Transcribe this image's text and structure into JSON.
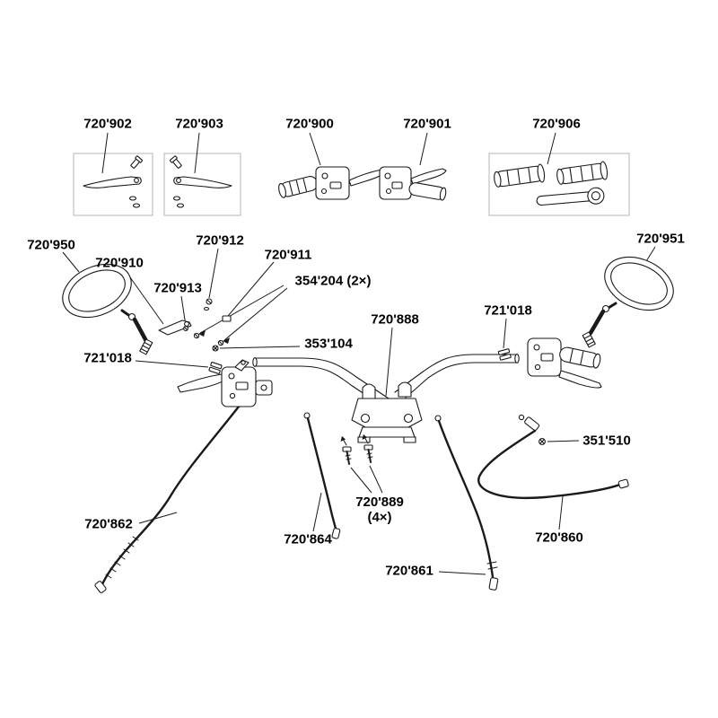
{
  "diagram": {
    "background_color": "#ffffff",
    "line_color": "#1a1a1a",
    "box_border_color": "#b5b5b5"
  },
  "parts": {
    "p720902": {
      "label": "720'902"
    },
    "p720903": {
      "label": "720'903"
    },
    "p720900": {
      "label": "720'900"
    },
    "p720901": {
      "label": "720'901"
    },
    "p720906": {
      "label": "720'906"
    },
    "p720950": {
      "label": "720'950"
    },
    "p720951": {
      "label": "720'951"
    },
    "p720910": {
      "label": "720'910"
    },
    "p720912": {
      "label": "720'912"
    },
    "p720911": {
      "label": "720'911"
    },
    "p720913": {
      "label": "720'913"
    },
    "p354204": {
      "label": "354'204 (2×)"
    },
    "p353104": {
      "label": "353'104"
    },
    "p720888": {
      "label": "720'888"
    },
    "p721018_left": {
      "label": "721'018"
    },
    "p721018_right": {
      "label": "721'018"
    },
    "p720862": {
      "label": "720'862"
    },
    "p720864": {
      "label": "720'864"
    },
    "p720889": {
      "label": "720'889",
      "qty": "(4×)"
    },
    "p720861": {
      "label": "720'861"
    },
    "p720860": {
      "label": "720'860"
    },
    "p351510": {
      "label": "351'510"
    }
  }
}
